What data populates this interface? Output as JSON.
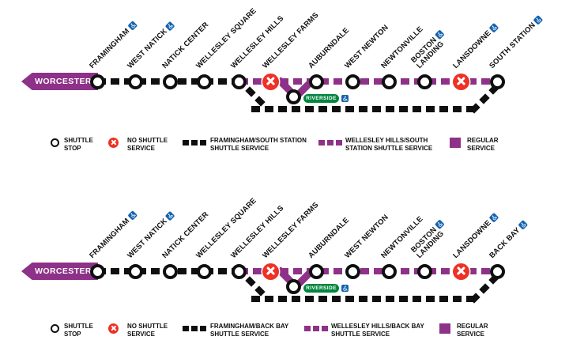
{
  "colors": {
    "purple": "#8E3188",
    "ink": "#0f0f0f",
    "red": "#EE3124",
    "green": "#00853E",
    "blue": "#1463AF"
  },
  "diagrams": [
    {
      "terminal": "WORCESTER",
      "branch": {
        "name": "RIVERSIDE",
        "accessible": true
      },
      "stations": [
        {
          "name": "FRAMINGHAM",
          "accessible": true,
          "status": "stop"
        },
        {
          "name": "WEST NATICK",
          "accessible": true,
          "status": "stop"
        },
        {
          "name": "NATICK CENTER",
          "accessible": false,
          "status": "stop"
        },
        {
          "name": "WELLESLEY SQUARE",
          "accessible": false,
          "status": "stop"
        },
        {
          "name": "WELLESLEY HILLS",
          "accessible": false,
          "status": "stop"
        },
        {
          "name": "WELLESLEY FARMS",
          "accessible": false,
          "status": "no_shuttle"
        },
        {
          "name": "AUBURNDALE",
          "accessible": false,
          "status": "stop"
        },
        {
          "name": "WEST NEWTON",
          "accessible": false,
          "status": "stop"
        },
        {
          "name": "NEWTONVILLE",
          "accessible": false,
          "status": "stop"
        },
        {
          "name": "BOSTON",
          "name2": "LANDING",
          "accessible": true,
          "status": "stop"
        },
        {
          "name": "LANSDOWNE",
          "accessible": true,
          "status": "no_shuttle"
        },
        {
          "name": "SOUTH STATION",
          "accessible": true,
          "status": "stop"
        }
      ],
      "legend": [
        {
          "symbol": "shuttle-stop",
          "line1": "SHUTTLE",
          "line2": "STOP"
        },
        {
          "symbol": "no-shuttle",
          "line1": "NO SHUTTLE",
          "line2": "SERVICE"
        },
        {
          "symbol": "black-dash",
          "line1": "FRAMINGHAM/SOUTH STATION",
          "line2": "SHUTTLE SERVICE"
        },
        {
          "symbol": "purple-dash",
          "line1": "WELLESLEY HILLS/SOUTH",
          "line2": "STATION SHUTTLE SERVICE"
        },
        {
          "symbol": "purple-solid",
          "line1": "REGULAR",
          "line2": "SERVICE"
        }
      ]
    },
    {
      "terminal": "WORCESTER",
      "branch": {
        "name": "RIVERSIDE",
        "accessible": true
      },
      "stations": [
        {
          "name": "FRAMINGHAM",
          "accessible": true,
          "status": "stop"
        },
        {
          "name": "WEST NATICK",
          "accessible": true,
          "status": "stop"
        },
        {
          "name": "NATICK CENTER",
          "accessible": false,
          "status": "stop"
        },
        {
          "name": "WELLESLEY SQUARE",
          "accessible": false,
          "status": "stop"
        },
        {
          "name": "WELLESLEY HILLS",
          "accessible": false,
          "status": "stop"
        },
        {
          "name": "WELLESLEY FARMS",
          "accessible": false,
          "status": "no_shuttle"
        },
        {
          "name": "AUBURNDALE",
          "accessible": false,
          "status": "stop"
        },
        {
          "name": "WEST NEWTON",
          "accessible": false,
          "status": "stop"
        },
        {
          "name": "NEWTONVILLE",
          "accessible": false,
          "status": "stop"
        },
        {
          "name": "BOSTON",
          "name2": "LANDING",
          "accessible": true,
          "status": "stop"
        },
        {
          "name": "LANSDOWNE",
          "accessible": true,
          "status": "no_shuttle"
        },
        {
          "name": "BACK BAY",
          "accessible": true,
          "status": "stop"
        }
      ],
      "legend": [
        {
          "symbol": "shuttle-stop",
          "line1": "SHUTTLE",
          "line2": "STOP"
        },
        {
          "symbol": "no-shuttle",
          "line1": "NO SHUTTLE",
          "line2": "SERVICE"
        },
        {
          "symbol": "black-dash",
          "line1": "FRAMINGHAM/BACK BAY",
          "line2": "SHUTTLE SERVICE"
        },
        {
          "symbol": "purple-dash",
          "line1": "WELLESLEY HILLS/BACK BAY",
          "line2": "SHUTTLE SERVICE"
        },
        {
          "symbol": "purple-solid",
          "line1": "REGULAR",
          "line2": "SERVICE"
        }
      ]
    }
  ]
}
